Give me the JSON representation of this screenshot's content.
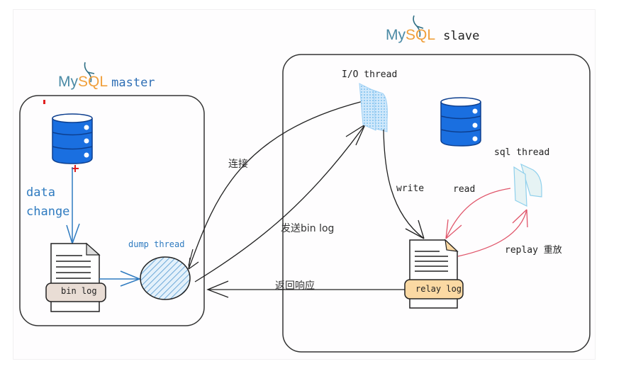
{
  "master": {
    "brand_my": "My",
    "brand_sql": "SQL",
    "role": "master",
    "data_change_line1": "data",
    "data_change_line2": "change",
    "binlog_label": "bin log",
    "dump_thread_label": "dump thread"
  },
  "slave": {
    "brand_my": "My",
    "brand_sql": "SQL",
    "role": "slave",
    "io_thread_label": "I/O thread",
    "sql_thread_label": "sql thread",
    "relaylog_label": "relay log",
    "write_label": "write",
    "read_label": "read",
    "replay_label": "replay 重放"
  },
  "edges": {
    "connect_label": "连接",
    "send_binlog_label": "发送bin log",
    "return_response_label": "返回响应"
  },
  "colors": {
    "db_blue": "#1a6fe0",
    "pen_blue": "#2f7bc0",
    "pen_red": "#e0556a",
    "binlog_tag": "#e9ddd5",
    "relaylog_tag": "#fbd9a3",
    "thread_fill": "#a9d6f5"
  }
}
